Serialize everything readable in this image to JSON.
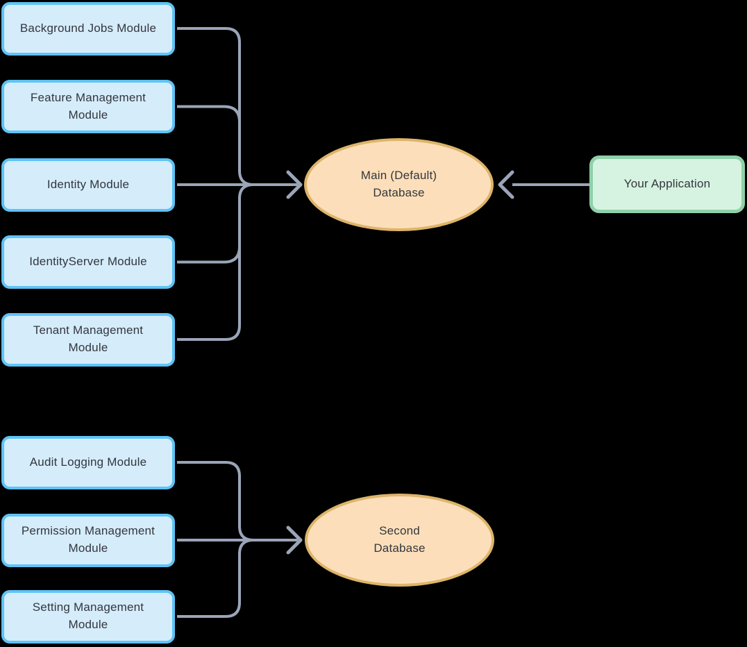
{
  "colors": {
    "background": "#000000",
    "module_fill": "#d5ecfb",
    "module_border": "#5ec3f5",
    "database_fill": "#fcdfba",
    "database_border": "#ddb469",
    "app_fill": "#d6f3e1",
    "app_border": "#8fd0a9",
    "connector": "#9aa5b8",
    "text": "#33363d"
  },
  "groups": {
    "main": {
      "modules": [
        {
          "label": "Background Jobs Module"
        },
        {
          "label": "Feature Management\nModule"
        },
        {
          "label": "Identity Module"
        },
        {
          "label": "IdentityServer Module"
        },
        {
          "label": "Tenant Management\nModule"
        }
      ],
      "database": {
        "label": "Main (Default)\nDatabase"
      },
      "application": {
        "label": "Your Application"
      }
    },
    "second": {
      "modules": [
        {
          "label": "Audit Logging Module"
        },
        {
          "label": "Permission Management\nModule"
        },
        {
          "label": "Setting Management\nModule"
        }
      ],
      "database": {
        "label": "Second\nDatabase"
      }
    }
  }
}
